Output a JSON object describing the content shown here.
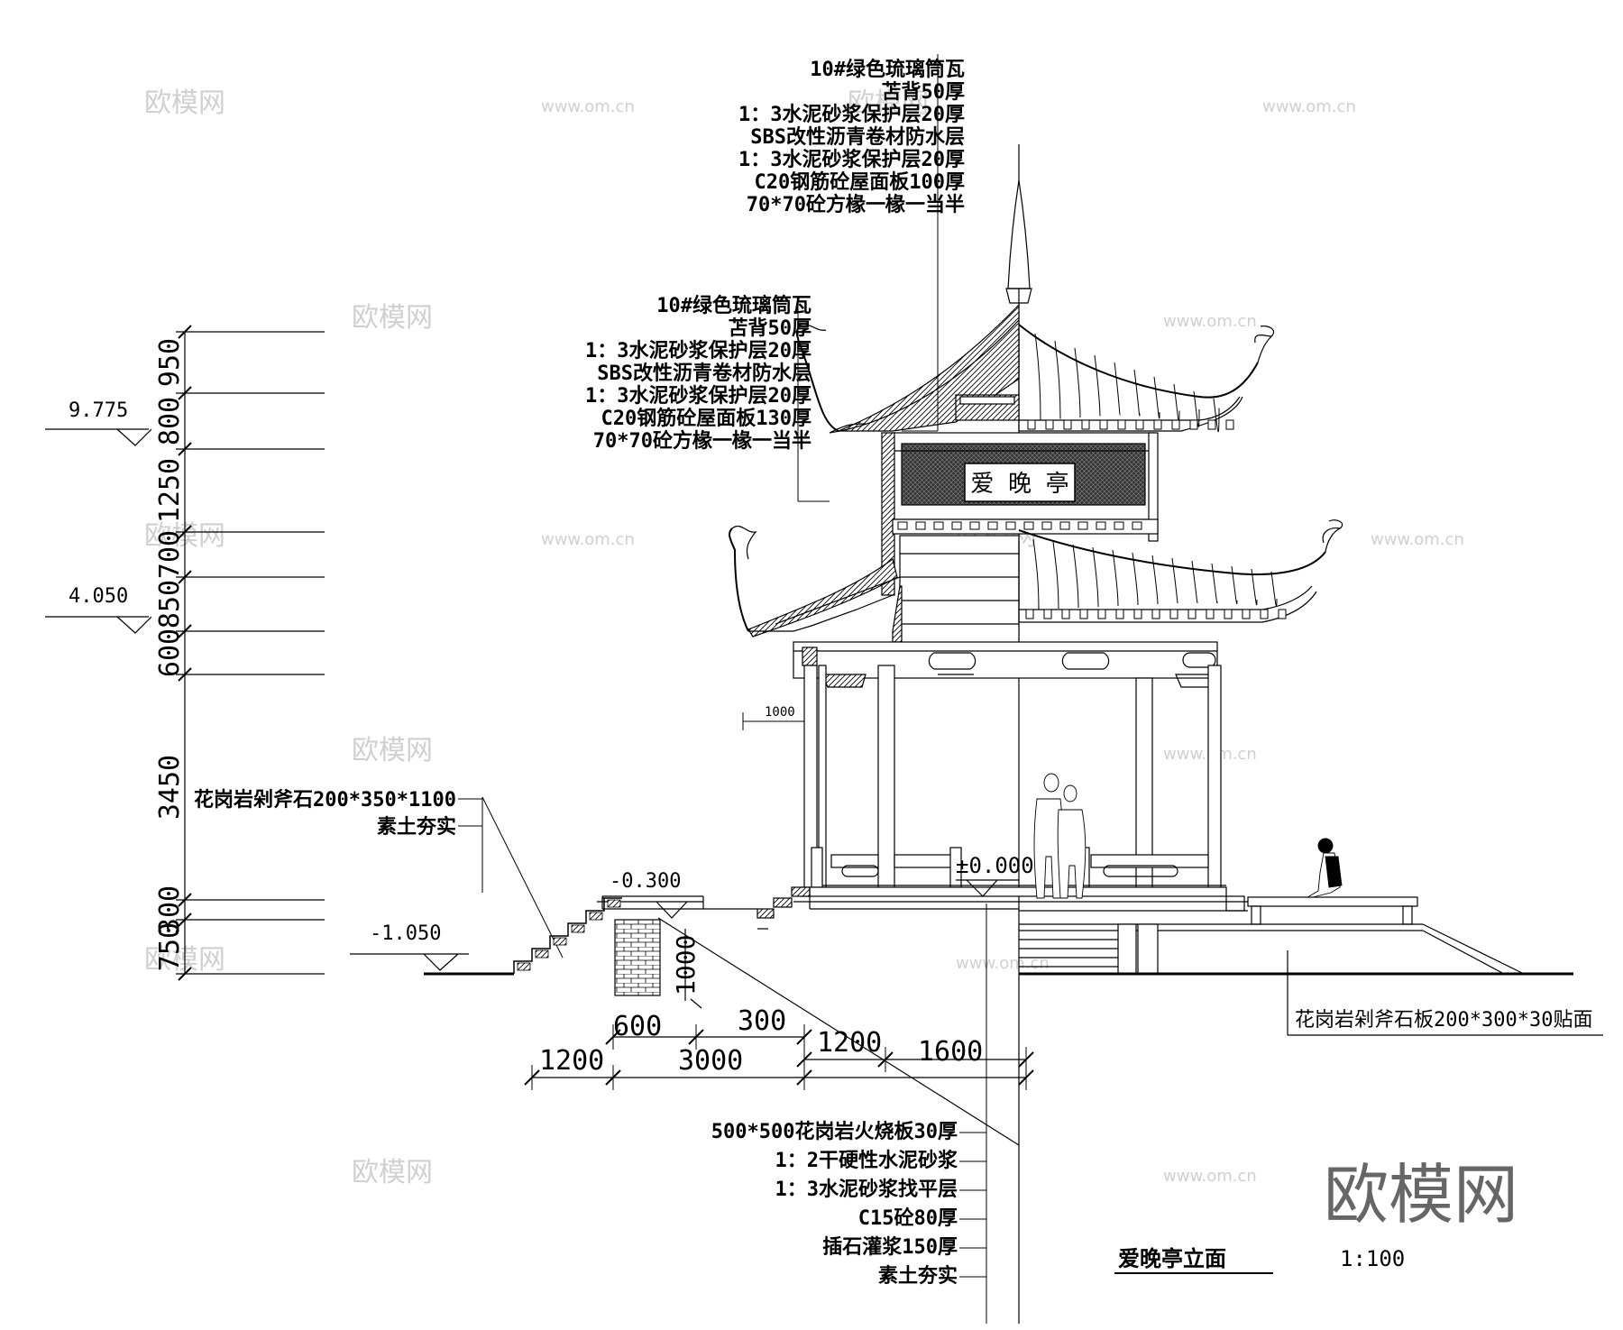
{
  "drawing_title": "爱晚亭立面",
  "scale": "1:100",
  "watermark": "欧模网",
  "watermark_url": "www.om.cn",
  "signboard": "爱 晚 亭",
  "upper_roof_notes": [
    "10#绿色琉璃筒瓦",
    "苫背50厚",
    "1：3水泥砂浆保护层20厚",
    "SBS改性沥青卷材防水层",
    "1：3水泥砂浆保护层20厚",
    "C20钢筋砼屋面板100厚",
    "70*70砼方椽一椽一当半"
  ],
  "lower_roof_notes": [
    "10#绿色琉璃筒瓦",
    "苫背50厚",
    "1：3水泥砂浆保护层20厚",
    "SBS改性沥青卷材防水层",
    "1：3水泥砂浆保护层20厚",
    "C20钢筋砼屋面板130厚",
    "70*70砼方椽一椽一当半"
  ],
  "floor_notes": [
    "500*500花岗岩火烧板30厚",
    "1：2干硬性水泥砂浆",
    "1：3水泥砂浆找平层",
    "C15砼80厚",
    "插石灌浆150厚",
    "素土夯实"
  ],
  "step_notes": [
    "花岗岩剁斧石200*350*1100",
    "素土夯实"
  ],
  "facing_note": "花岗岩剁斧石板200*300*30贴面",
  "elevations": [
    "9.775",
    "4.050",
    "-0.300",
    "-1.050",
    "±0.000"
  ],
  "vertical_dims": [
    "950",
    "800",
    "1250",
    "700",
    "850",
    "600",
    "3450",
    "300",
    "750"
  ],
  "horizontal_dims": [
    "1200",
    "3000",
    "1200",
    "1600",
    "600",
    "300"
  ],
  "small_dims": [
    "1000",
    "1000"
  ]
}
